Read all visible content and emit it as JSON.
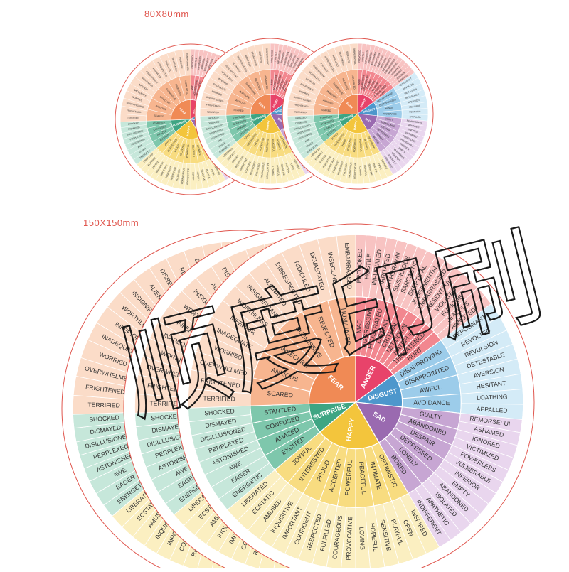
{
  "labels": {
    "small_size": "80X80mm",
    "large_size": "150X150mm"
  },
  "watermark": "顺度印刷",
  "colors": {
    "anger": {
      "center": "#e8436a",
      "mid": "#f2878f",
      "outer": "#f8c3c2"
    },
    "disgust": {
      "center": "#4d97cc",
      "mid": "#9cccea",
      "outer": "#d4ebf7"
    },
    "sad": {
      "center": "#9a6ab0",
      "mid": "#c7a6d3",
      "outer": "#e9d6ee"
    },
    "happy": {
      "center": "#f3c53c",
      "mid": "#f8dc80",
      "outer": "#fbefc1"
    },
    "surprise": {
      "center": "#3ea583",
      "mid": "#7ec7ac",
      "outer": "#c6e7da"
    },
    "fear": {
      "center": "#f08a55",
      "mid": "#f7b58f",
      "outer": "#fbdcc8"
    },
    "outline": "#e0574f"
  },
  "wheel": {
    "core": [
      {
        "key": "anger",
        "label": "ANGER",
        "angle_start": 0,
        "angle_end": 54
      },
      {
        "key": "disgust",
        "label": "DISGUST",
        "angle_start": 54,
        "angle_end": 96
      },
      {
        "key": "sad",
        "label": "SAD",
        "angle_start": 96,
        "angle_end": 150
      },
      {
        "key": "happy",
        "label": "HAPPY",
        "angle_start": 150,
        "angle_end": 230
      },
      {
        "key": "surprise",
        "label": "SURPRISE",
        "angle_start": 230,
        "angle_end": 268
      },
      {
        "key": "fear",
        "label": "FEAR",
        "angle_start": 268,
        "angle_end": 360
      }
    ],
    "middle": [
      {
        "key": "anger",
        "labels": [
          "MAD",
          "AGGRESSIVE",
          "FRUSTRATED",
          "DISTANT",
          "CRITICAL",
          "LET DOWN",
          "HATEFUL",
          "THREATENED",
          "HURT"
        ]
      },
      {
        "key": "disgust",
        "labels": [
          "DISAPPROVING",
          "DISAPPOINTED",
          "AWFUL",
          "AVOIDANCE"
        ]
      },
      {
        "key": "sad",
        "labels": [
          "GUILTY",
          "ABANDONED",
          "DESPAIR",
          "DEPRESSED",
          "LONELY",
          "BORED"
        ]
      },
      {
        "key": "happy",
        "labels": [
          "OPTIMISTIC",
          "INTIMATE",
          "PEACEFUL",
          "POWERFUL",
          "ACCEPTED",
          "PROUD",
          "INTERESTED",
          "JOYFUL"
        ]
      },
      {
        "key": "surprise",
        "labels": [
          "EXCITED",
          "AMAZED",
          "CONFUSED",
          "STARTLED"
        ]
      },
      {
        "key": "fear",
        "labels": [
          "SCARED",
          "ANXIOUS",
          "INSECURE",
          "SUBMISSIVE",
          "REJECTED",
          "HUMILIATED"
        ]
      }
    ],
    "outer": [
      {
        "key": "anger",
        "labels": [
          "PROVOKED",
          "HOSTILE",
          "INFURIATED",
          "IRRITATED",
          "WITHDRAWN",
          "SUSPICIOUS",
          "SARCASTIC",
          "SKEPTICAL",
          "JUDGEMENTAL",
          "EMBARRASSED",
          "RESENTFUL",
          "VIOLATED",
          "FURIOUS",
          "JEALOUS",
          "ANNOYED"
        ]
      },
      {
        "key": "disgust",
        "labels": [
          "REPUGNANT",
          "REVOLTED",
          "REVULSION",
          "DETESTABLE",
          "AVERSION",
          "HESITANT",
          "LOATHING",
          "APPALLED"
        ]
      },
      {
        "key": "sad",
        "labels": [
          "REMORSEFUL",
          "ASHAMED",
          "IGNORED",
          "VICTIMIZED",
          "POWERLESS",
          "VULNERABLE",
          "INFERIOR",
          "EMPTY",
          "ABANDONED",
          "ISOLATED",
          "APATHETIC",
          "INDIFFERENT"
        ]
      },
      {
        "key": "happy",
        "labels": [
          "INSPIRED",
          "OPEN",
          "PLAYFUL",
          "SENSITIVE",
          "HOPEFUL",
          "LOVING",
          "PROVOCATIVE",
          "COURAGEOUS",
          "FULFILLED",
          "RESPECTED",
          "CONFIDENT",
          "IMPORTANT",
          "INQUISITIVE",
          "AMUSED",
          "ECSTATIC",
          "LIBERATED"
        ]
      },
      {
        "key": "surprise",
        "labels": [
          "ENERGETIC",
          "EAGER",
          "AWE",
          "ASTONISHED",
          "PERPLEXED",
          "DISILLUSIONED",
          "DISMAYED",
          "SHOCKED"
        ]
      },
      {
        "key": "fear",
        "labels": [
          "TERRIFIED",
          "FRIGHTENED",
          "OVERWHELMED",
          "WORRIED",
          "INADEQUATE",
          "INFERIOR",
          "WORTHLESS",
          "INSIGNIFICANT",
          "ALIENATED",
          "DISRESPECTED",
          "RIDICULED",
          "DEVASTATED",
          "INSECURE",
          "EMBARRASSED"
        ]
      }
    ]
  },
  "copies": [
    {
      "id": "small-1",
      "size": "small"
    },
    {
      "id": "small-2",
      "size": "small"
    },
    {
      "id": "small-3",
      "size": "small"
    },
    {
      "id": "large-1",
      "size": "large"
    },
    {
      "id": "large-2",
      "size": "large"
    },
    {
      "id": "large-3",
      "size": "large"
    }
  ]
}
